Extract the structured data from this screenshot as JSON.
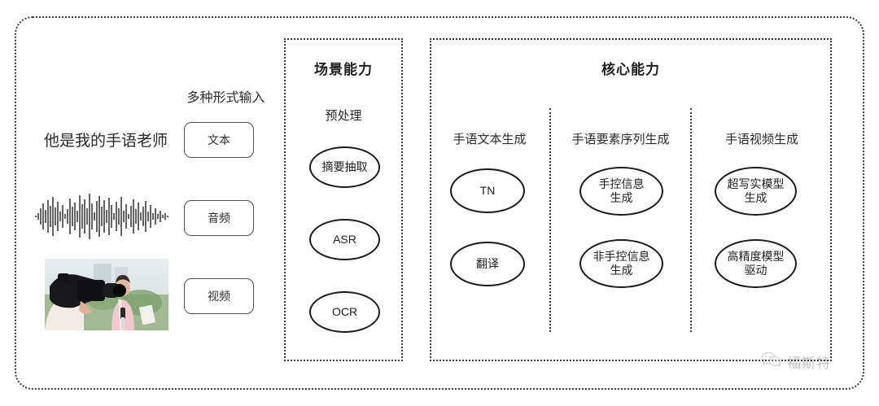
{
  "frame": {
    "style": "dotted-rounded-border"
  },
  "input_section": {
    "heading": "多种形式输入",
    "sample_text": "他是我的手语老师",
    "modalities": [
      {
        "label": "文本",
        "icon": "text-sample"
      },
      {
        "label": "音频",
        "icon": "audio-waveform"
      },
      {
        "label": "视频",
        "icon": "video-thumbnail"
      }
    ]
  },
  "scene_capability": {
    "title": "场景能力",
    "subtitle": "预处理",
    "nodes": [
      "摘要抽取",
      "ASR",
      "OCR"
    ]
  },
  "core_capability": {
    "title": "核心能力",
    "columns": [
      {
        "label": "手语文本生成",
        "nodes": [
          "TN",
          "翻译"
        ]
      },
      {
        "label": "手语要素序列生成",
        "nodes": [
          "手控信息\n生成",
          "非手控信息\n生成"
        ]
      },
      {
        "label": "手语视频生成",
        "nodes": [
          "超写实模型\n生成",
          "高精度模型\n驱动"
        ]
      }
    ]
  },
  "watermark": {
    "text": "福斯特",
    "icon": "wechat-logo"
  },
  "colors": {
    "border": "#3a3a3a",
    "ellipse_stroke": "#1b1b1b",
    "pill_stroke": "#4a4f58",
    "text": "#2b2b2b",
    "background": "#ffffff"
  }
}
